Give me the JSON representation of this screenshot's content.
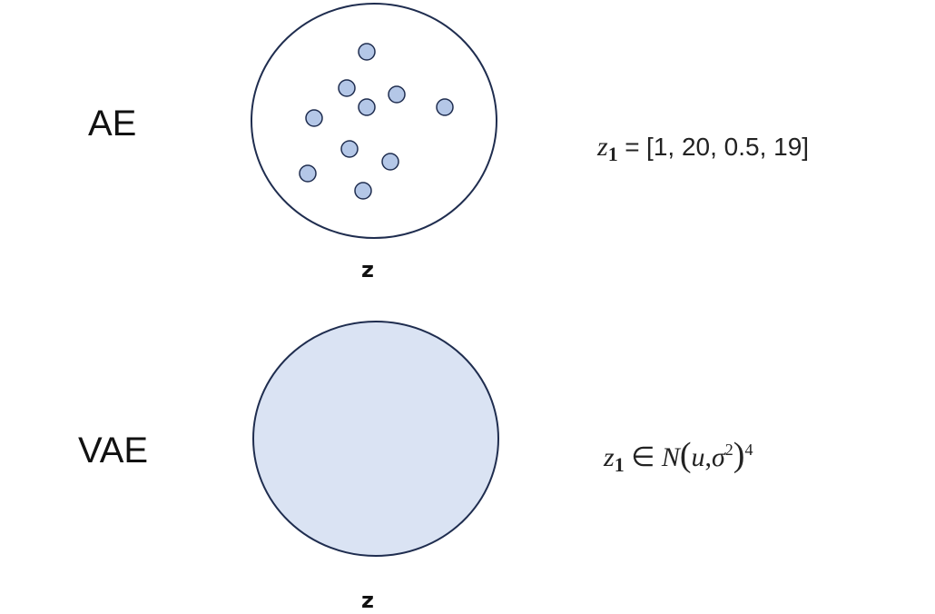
{
  "ae": {
    "label": "AE",
    "space_label": "z",
    "formula": {
      "var": "z",
      "sub": "1",
      "eq": "=",
      "vector": "[1, 20, 0.5, 19]"
    },
    "point_count": 10
  },
  "vae": {
    "label": "VAE",
    "space_label": "z",
    "formula": {
      "var": "z",
      "sub": "1",
      "in": "∈",
      "dist": "N",
      "mean": "u",
      "sep": ",",
      "sigma": "σ",
      "sigma_exp": "2",
      "outer_exp": "4"
    }
  },
  "colors": {
    "outline": "#1f2d4f",
    "point_fill": "#b4c7e7",
    "region_fill": "#dae3f3",
    "text": "#111111"
  }
}
